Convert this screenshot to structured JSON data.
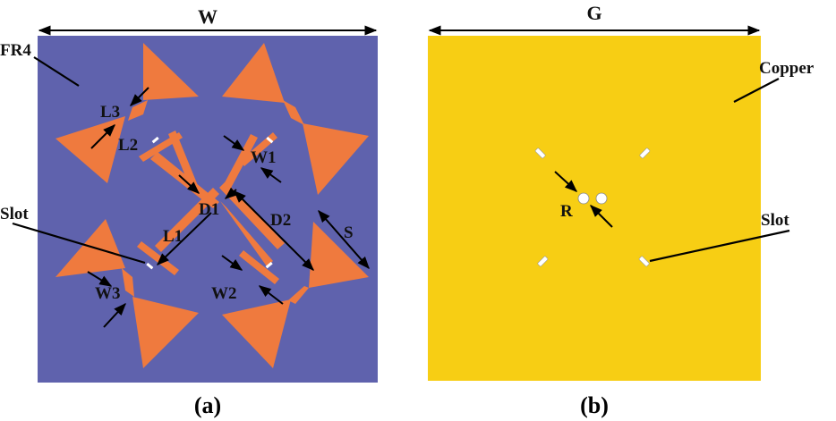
{
  "colors": {
    "substrate": "#5f62ad",
    "copper": "#f7ce14",
    "patch": "#ef7a3e",
    "slot": "#ffffff"
  },
  "panel_a": {
    "caption": "(a)",
    "dimension_width": "W",
    "material_label": "FR4",
    "slot_label": "Slot",
    "labels": {
      "L1": "L1",
      "L2": "L2",
      "L3": "L3",
      "W1": "W1",
      "W2": "W2",
      "W3": "W3",
      "D1": "D1",
      "D2": "D2",
      "S": "S"
    }
  },
  "panel_b": {
    "caption": "(b)",
    "dimension_width": "G",
    "material_label": "Copper",
    "slot_label": "Slot",
    "radius_label": "R"
  }
}
